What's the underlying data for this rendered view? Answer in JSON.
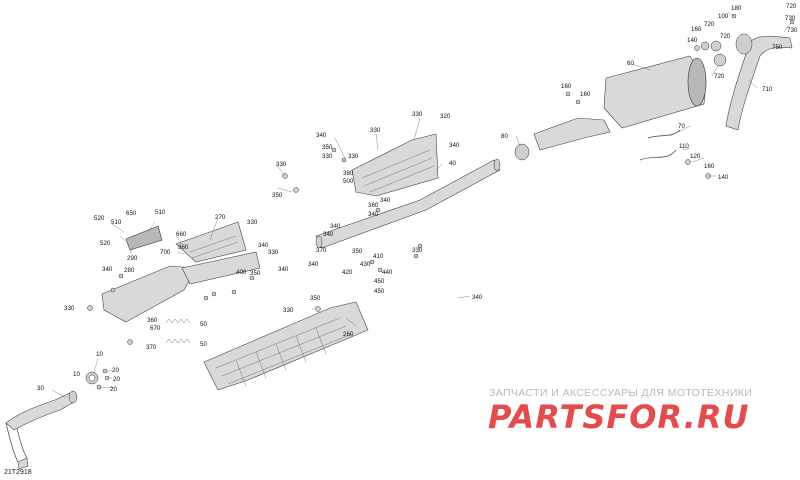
{
  "diagram": {
    "code": "21T2918",
    "callouts": [
      {
        "id": "c1",
        "label": "10"
      },
      {
        "id": "c2",
        "label": "10"
      },
      {
        "id": "c3",
        "label": "20"
      },
      {
        "id": "c4",
        "label": "20"
      },
      {
        "id": "c5",
        "label": "20"
      },
      {
        "id": "c6",
        "label": "30"
      },
      {
        "id": "c7",
        "label": "40"
      },
      {
        "id": "c8",
        "label": "50"
      },
      {
        "id": "c9",
        "label": "50"
      },
      {
        "id": "c10",
        "label": "60"
      },
      {
        "id": "c11",
        "label": "70"
      },
      {
        "id": "c12",
        "label": "80"
      },
      {
        "id": "c13",
        "label": "100"
      },
      {
        "id": "c14",
        "label": "110"
      },
      {
        "id": "c15",
        "label": "120"
      },
      {
        "id": "c16",
        "label": "140"
      },
      {
        "id": "c17",
        "label": "140"
      },
      {
        "id": "c18",
        "label": "160"
      },
      {
        "id": "c19",
        "label": "160"
      },
      {
        "id": "c20",
        "label": "160"
      },
      {
        "id": "c21",
        "label": "160"
      },
      {
        "id": "c22",
        "label": "180"
      },
      {
        "id": "c23",
        "label": "260"
      },
      {
        "id": "c24",
        "label": "270"
      },
      {
        "id": "c25",
        "label": "280"
      },
      {
        "id": "c26",
        "label": "290"
      },
      {
        "id": "c27",
        "label": "320"
      },
      {
        "id": "c28",
        "label": "330"
      },
      {
        "id": "c29",
        "label": "330"
      },
      {
        "id": "c30",
        "label": "330"
      },
      {
        "id": "c31",
        "label": "330"
      },
      {
        "id": "c32",
        "label": "330"
      },
      {
        "id": "c33",
        "label": "330"
      },
      {
        "id": "c34",
        "label": "330"
      },
      {
        "id": "c35",
        "label": "330"
      },
      {
        "id": "c36",
        "label": "330"
      },
      {
        "id": "c37",
        "label": "330"
      },
      {
        "id": "c38",
        "label": "340"
      },
      {
        "id": "c39",
        "label": "340"
      },
      {
        "id": "c40",
        "label": "340"
      },
      {
        "id": "c41",
        "label": "340"
      },
      {
        "id": "c42",
        "label": "340"
      },
      {
        "id": "c43",
        "label": "340"
      },
      {
        "id": "c44",
        "label": "340"
      },
      {
        "id": "c45",
        "label": "340"
      },
      {
        "id": "c46",
        "label": "340"
      },
      {
        "id": "c47",
        "label": "340"
      },
      {
        "id": "c48",
        "label": "340"
      },
      {
        "id": "c49",
        "label": "350"
      },
      {
        "id": "c50",
        "label": "350"
      },
      {
        "id": "c51",
        "label": "350"
      },
      {
        "id": "c52",
        "label": "350"
      },
      {
        "id": "c53",
        "label": "350"
      },
      {
        "id": "c54",
        "label": "360"
      },
      {
        "id": "c55",
        "label": "360"
      },
      {
        "id": "c56",
        "label": "360"
      },
      {
        "id": "c57",
        "label": "370"
      },
      {
        "id": "c58",
        "label": "370"
      },
      {
        "id": "c59",
        "label": "380"
      },
      {
        "id": "c60",
        "label": "400"
      },
      {
        "id": "c61",
        "label": "410"
      },
      {
        "id": "c62",
        "label": "420"
      },
      {
        "id": "c63",
        "label": "430"
      },
      {
        "id": "c64",
        "label": "440"
      },
      {
        "id": "c65",
        "label": "450"
      },
      {
        "id": "c66",
        "label": "450"
      },
      {
        "id": "c67",
        "label": "500"
      },
      {
        "id": "c68",
        "label": "510"
      },
      {
        "id": "c69",
        "label": "510"
      },
      {
        "id": "c70",
        "label": "520"
      },
      {
        "id": "c71",
        "label": "520"
      },
      {
        "id": "c72",
        "label": "650"
      },
      {
        "id": "c73",
        "label": "660"
      },
      {
        "id": "c74",
        "label": "670"
      },
      {
        "id": "c75",
        "label": "700"
      },
      {
        "id": "c76",
        "label": "710"
      },
      {
        "id": "c77",
        "label": "720"
      },
      {
        "id": "c78",
        "label": "720"
      },
      {
        "id": "c79",
        "label": "720"
      },
      {
        "id": "c80",
        "label": "720"
      },
      {
        "id": "c81",
        "label": "730"
      },
      {
        "id": "c82",
        "label": "730"
      },
      {
        "id": "c83",
        "label": "750"
      }
    ]
  },
  "watermark": {
    "subtitle": "ЗАПЧАСТИ И АКСЕССУАРЫ ДЛЯ МОТОТЕХНИКИ",
    "logo_text": "PARTSFOR.RU",
    "logo_color": "#e32b2b"
  }
}
